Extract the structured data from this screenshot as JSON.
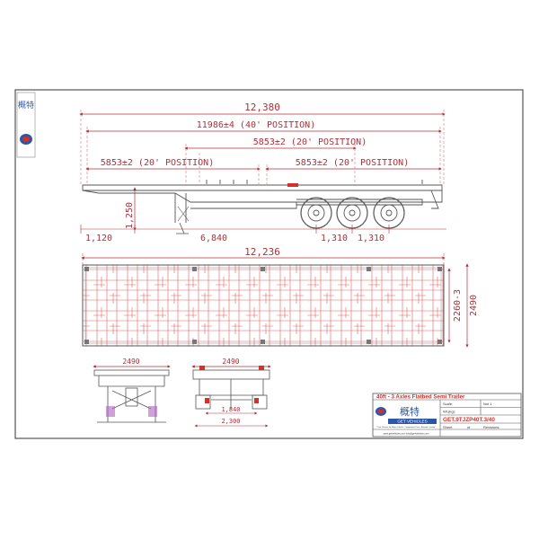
{
  "brand": {
    "name_cn": "概特",
    "name_en": "GET VEHICLES",
    "tagline": "\"Your Partner for Motor Vehicle, Competitive Price, Reliable Quality\"",
    "contact": "www.getvehicles.com    info@getvehicles.com",
    "colors": {
      "blue": "#2c56a8",
      "red": "#d4302a"
    }
  },
  "dimensions": {
    "overall_length": "12,380",
    "position_40": "11986±4 (40' POSITION)",
    "position_20_upper": "5853±2 (20' POSITION)",
    "position_20_left": "5853±2 (20' POSITION)",
    "position_20_right": "5853±2 (20' POSITION)",
    "height": "1,250",
    "front_overhang": "1,120",
    "axle_distance": "6,840",
    "axle_spacing_1": "1,310",
    "axle_spacing_2": "1,310",
    "deck_length": "12,236",
    "width_inner": "2260-3",
    "width_outer": "2490",
    "front_width": "2490",
    "rear_width_top": "2490",
    "rear_track": "1,840",
    "rear_width_bottom": "2,300"
  },
  "title_block": {
    "title": "40ft - 3 Axles Flatbed Semi Trailer",
    "scale_label": "Scale:",
    "scale_value": "Not 1",
    "weight_label": "Wt.(kg):",
    "model": "GET.9TJZP40T.3/40",
    "sheet_label": "Sheet",
    "of_label": "of",
    "revisions_label": "Revisions:"
  },
  "colors": {
    "outline": "#6a6a6a",
    "red_line": "#e06060",
    "dim": "#b0303a",
    "dark": "#333333"
  }
}
